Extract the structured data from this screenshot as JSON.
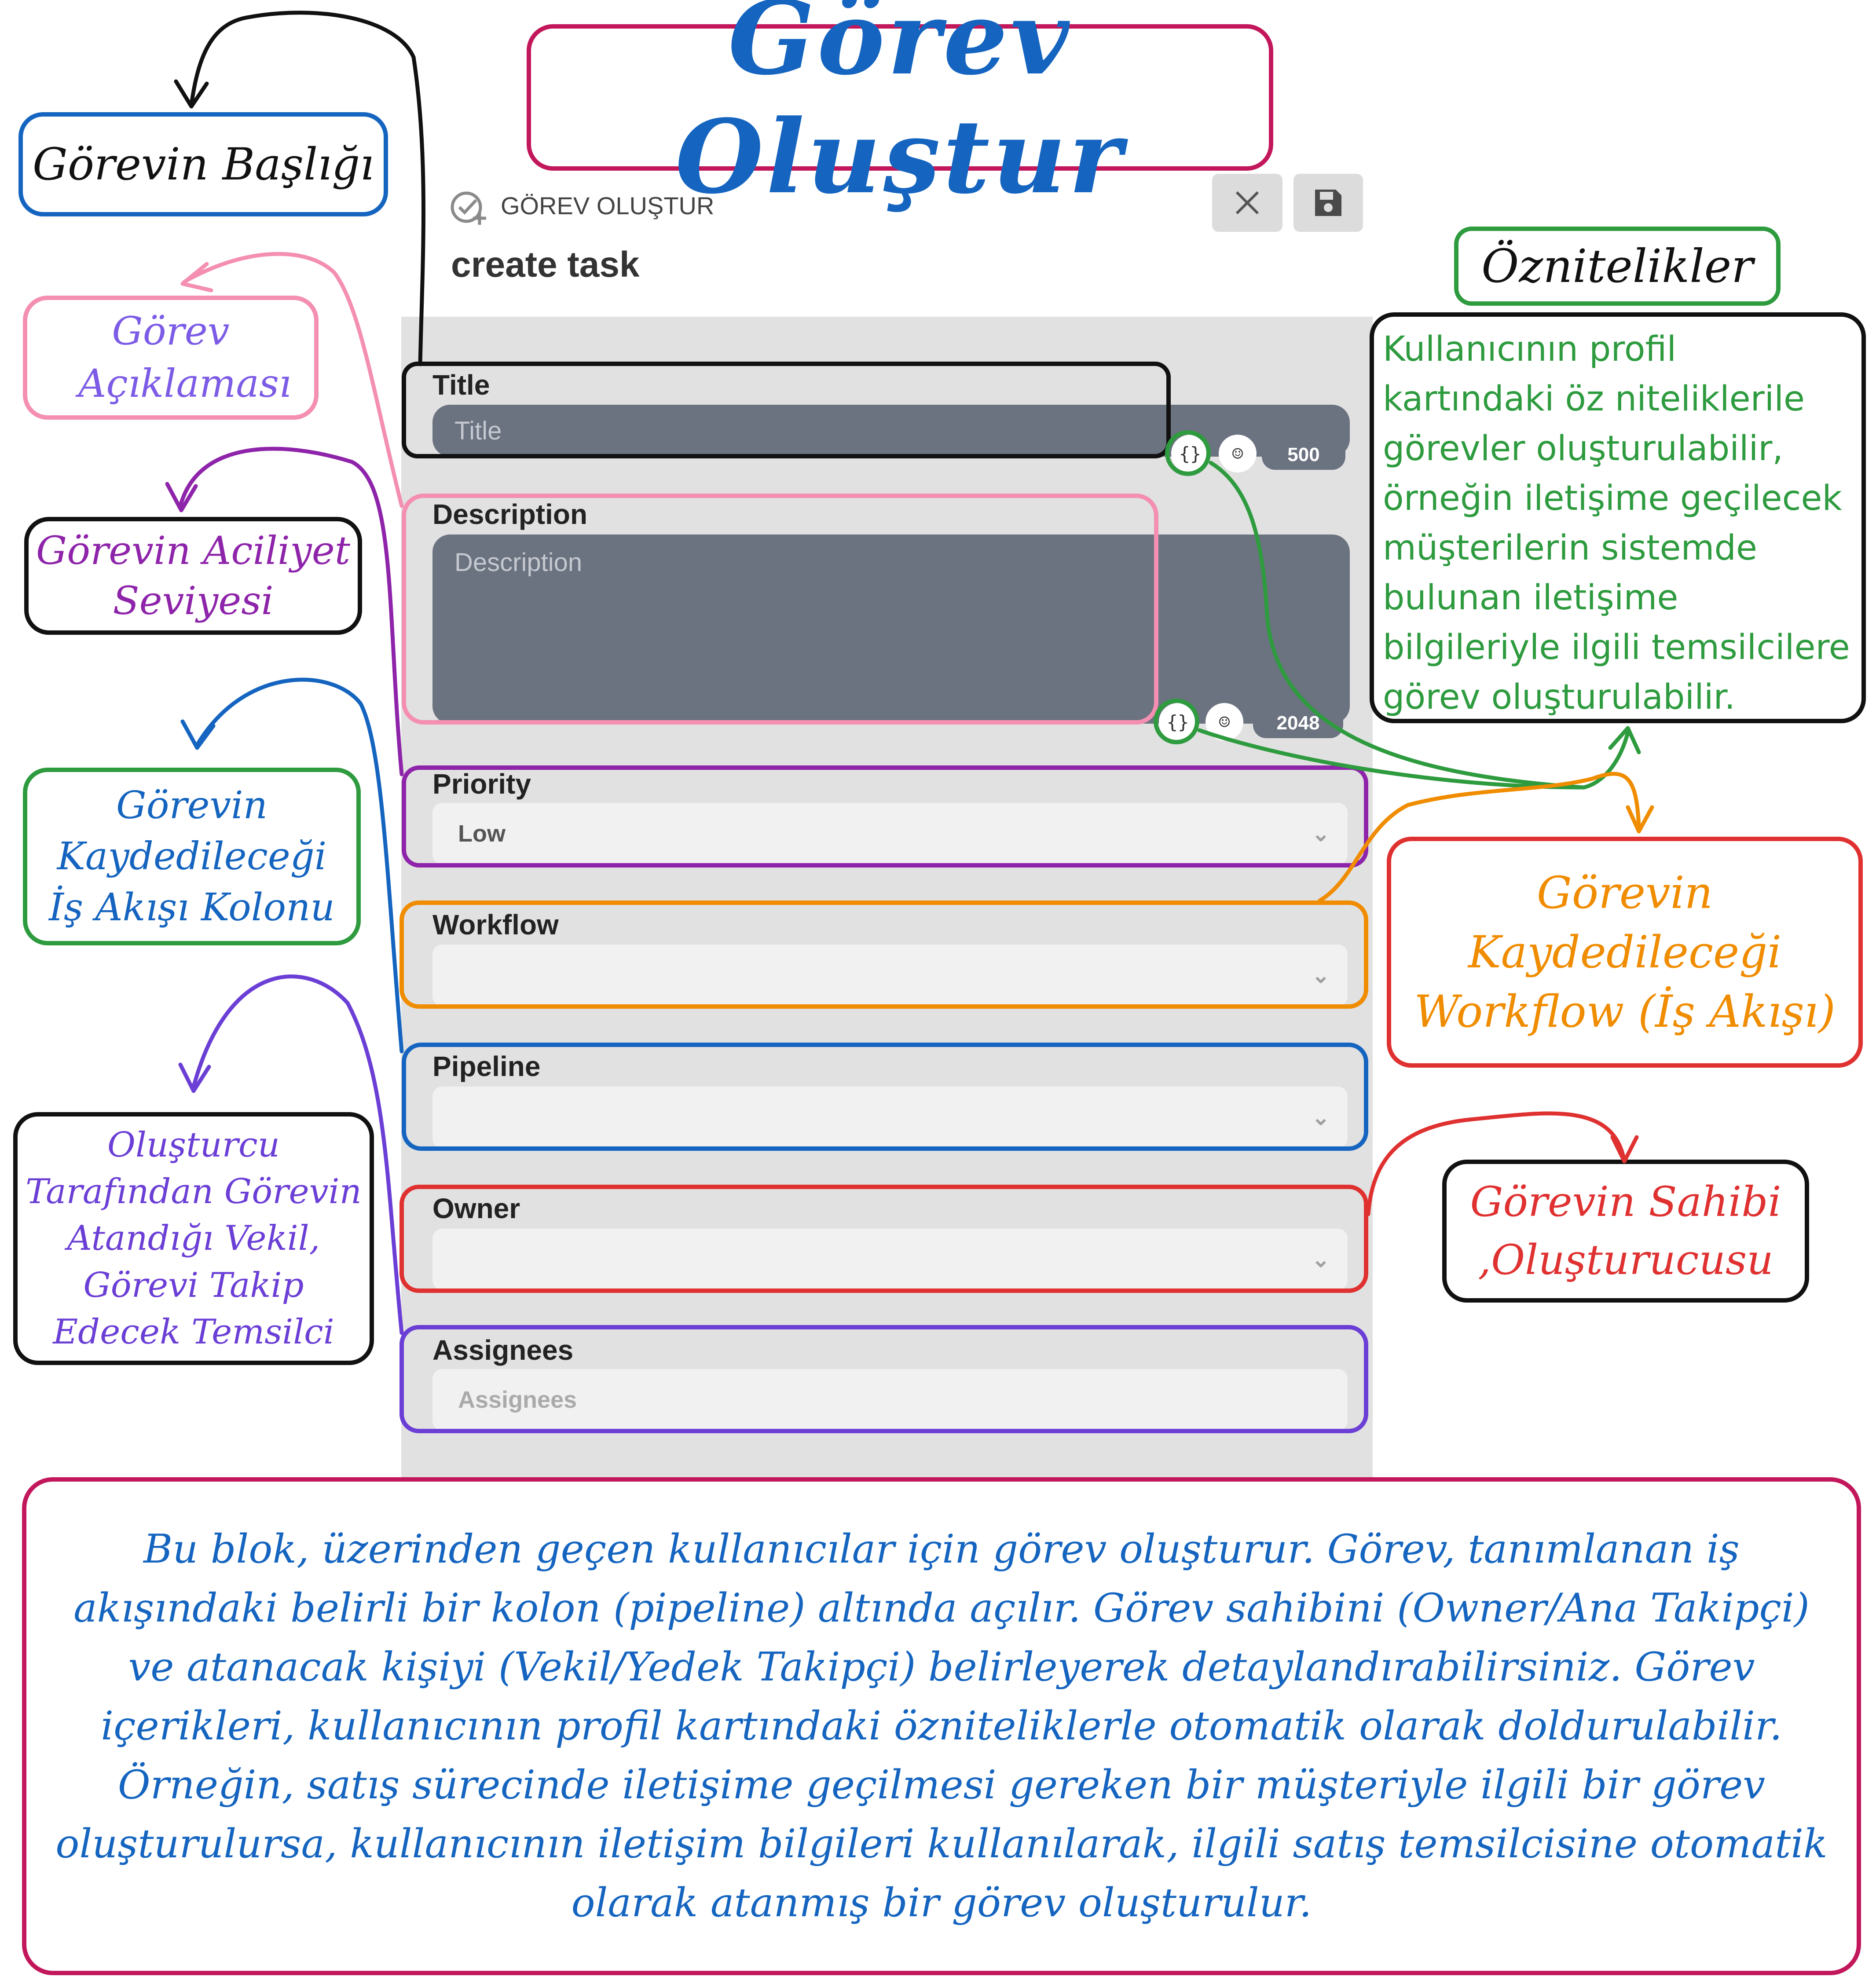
{
  "title": "Görev Oluştur",
  "header": {
    "caption": "GÖREV OLUŞTUR",
    "name": "create task"
  },
  "form": {
    "title_label": "Title",
    "title_placeholder": "Title",
    "title_counter": "500",
    "description_label": "Description",
    "description_placeholder": "Description",
    "description_counter": "2048",
    "priority_label": "Priority",
    "priority_value": "Low",
    "workflow_label": "Workflow",
    "pipeline_label": "Pipeline",
    "owner_label": "Owner",
    "assignees_label": "Assignees",
    "assignees_placeholder": "Assignees"
  },
  "callouts": {
    "title": "Görevin Başlığı",
    "description": "Görev Açıklaması",
    "priority": "Görevin Aciliyet Seviyesi",
    "pipeline": "Görevin Kaydedileceği İş Akışı Kolonu",
    "assignees": "Oluşturcu Tarafından Görevin Atandığı Vekil, Görevi Takip Edecek Temsilci",
    "attributes_title": "Öznitelikler",
    "attributes_text": "Kullanıcının profil kartındaki öz niteliklerile görevler oluşturulabilir, örneğin iletişime geçilecek müşterilerin sistemde bulunan iletişime bilgileriyle ilgili temsilcilere görev oluşturulabilir.",
    "workflow": "Görevin Kaydedileceği Workflow (İş Akışı)",
    "owner": "Görevin Sahibi ,Oluşturucusu"
  },
  "summary": "Bu blok, üzerinden geçen kullanıcılar için görev oluşturur. Görev, tanımlanan iş akışındaki belirli bir kolon (pipeline) altında açılır. Görev sahibini (Owner/Ana Takipçi) ve atanacak kişiyi (Vekil/Yedek Takipçi) belirleyerek detaylandırabilirsiniz. Görev içerikleri, kullanıcının profil kartındaki özniteliklerle otomatik olarak doldurulabilir. Örneğin, satış sürecinde iletişime geçilmesi gereken bir müşteriyle ilgili bir görev oluşturulursa, kullanıcının iletişim bilgileri kullanılarak, ilgili satış temsilcisine otomatik olarak atanmış bir görev oluşturulur.",
  "icons": {
    "task": "task-add-icon",
    "close": "close-icon",
    "save": "save-icon",
    "variables": "curly-braces-icon",
    "emoji": "emoji-icon",
    "chevron": "chevron-down-icon"
  },
  "colors": {
    "title_box": "#c2185b",
    "text_blue": "#1565c0",
    "black": "#111111",
    "pink": "#f48fb1",
    "purple": "#8e24aa",
    "green": "#2e9b3f",
    "orange": "#f08c00",
    "blue": "#1565c0",
    "red": "#e03131",
    "violet": "#6b3fd6",
    "input_dark": "#6b7280",
    "panel": "#e1e1e1"
  }
}
